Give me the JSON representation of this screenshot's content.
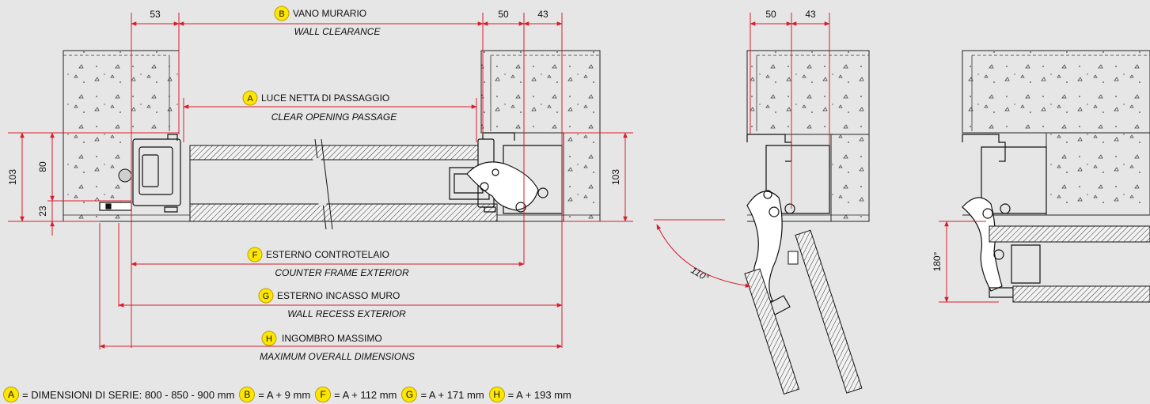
{
  "colors": {
    "background": "#e6e6e6",
    "dimension_line": "#d81e2c",
    "badge": "#ffe600",
    "drawing": "#1a1a1a"
  },
  "dimensions": {
    "top_53": "53",
    "top_50": "50",
    "top_43": "43",
    "right_view_50": "50",
    "right_view_43": "43",
    "left_103": "103",
    "left_80": "80",
    "left_23": "23",
    "right_103": "103",
    "angle_110": "110°",
    "angle_180": "180°"
  },
  "labels": {
    "B": {
      "letter": "B",
      "it": "VANO MURARIO",
      "en": "WALL CLEARANCE"
    },
    "A": {
      "letter": "A",
      "it": "LUCE NETTA DI PASSAGGIO",
      "en": "CLEAR OPENING PASSAGE"
    },
    "F": {
      "letter": "F",
      "it": "ESTERNO CONTROTELAIO",
      "en": "COUNTER FRAME EXTERIOR"
    },
    "G": {
      "letter": "G",
      "it": "ESTERNO INCASSO MURO",
      "en": "WALL RECESS EXTERIOR"
    },
    "H": {
      "letter": "H",
      "it": "INGOMBRO MASSIMO",
      "en": "MAXIMUM OVERALL DIMENSIONS"
    }
  },
  "legend": [
    {
      "letter": "A",
      "text": "= DIMENSIONI DI SERIE: 800 - 850 - 900 mm"
    },
    {
      "letter": "B",
      "text": "= A + 9 mm"
    },
    {
      "letter": "F",
      "text": "= A + 112 mm"
    },
    {
      "letter": "G",
      "text": "= A + 171 mm"
    },
    {
      "letter": "H",
      "text": "= A + 193 mm"
    }
  ]
}
